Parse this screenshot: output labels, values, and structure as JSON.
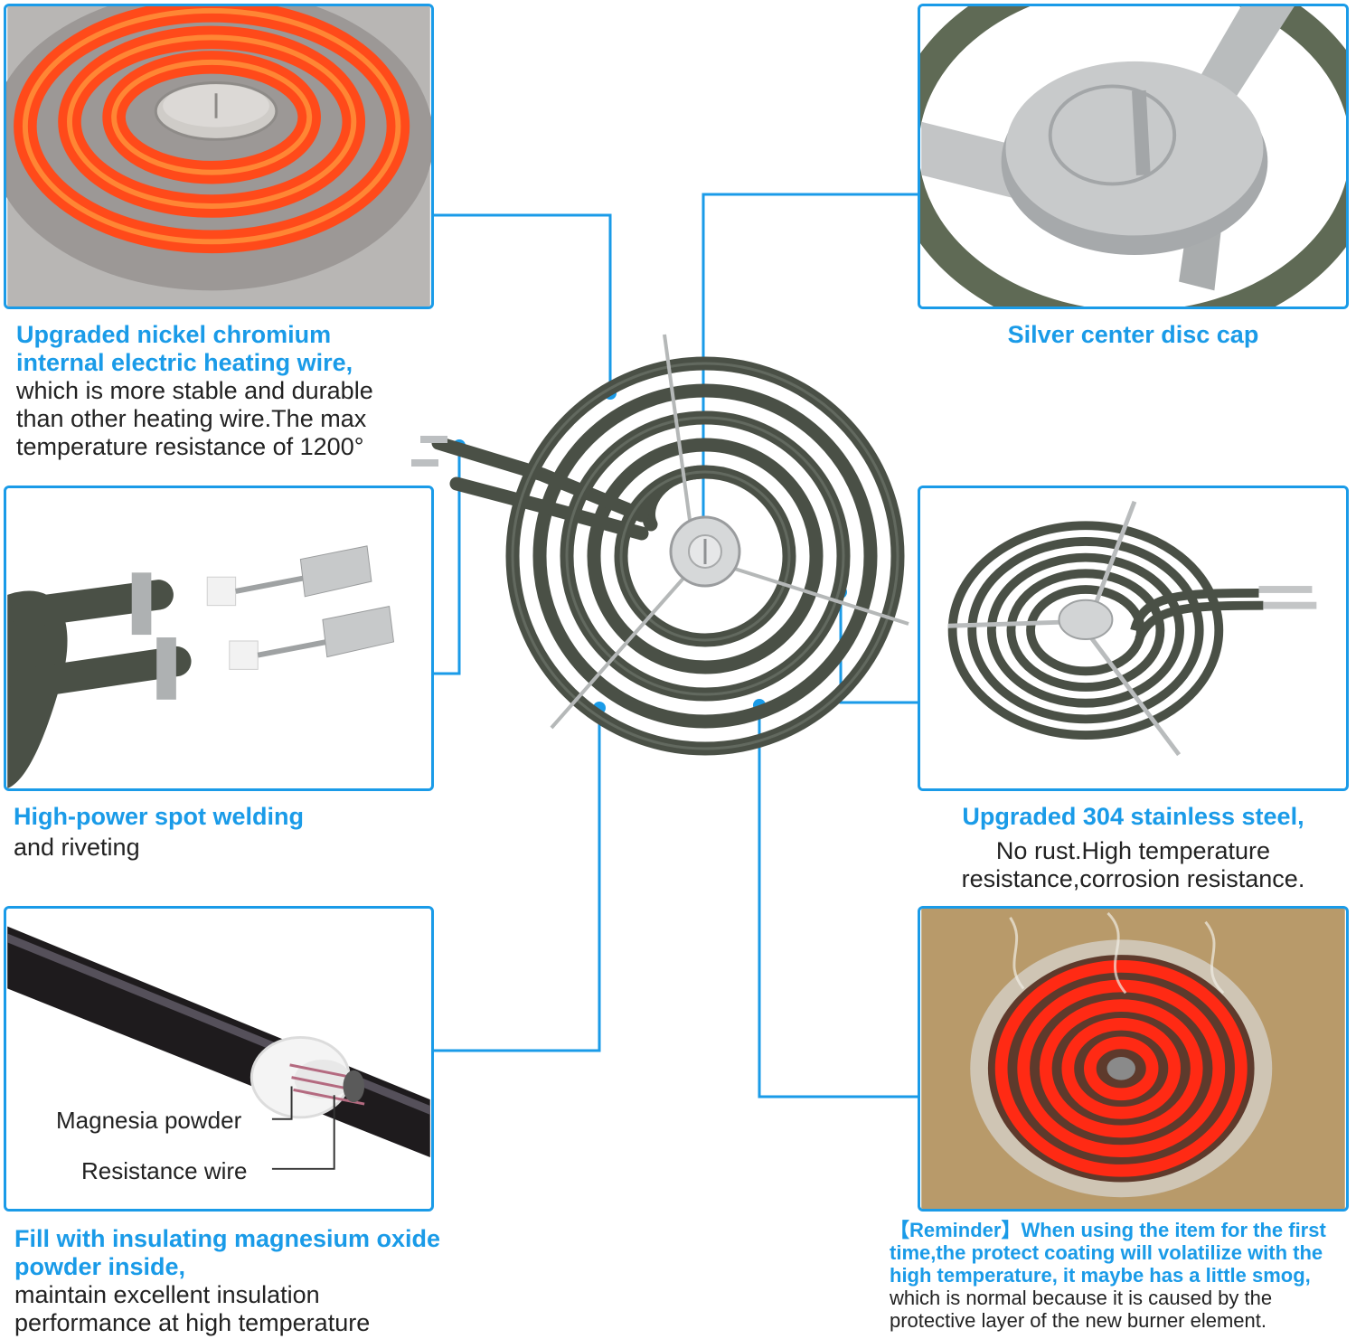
{
  "panels": {
    "heating_wire": {
      "title_lines": [
        "Upgraded nickel chromium",
        "internal electric heating wire,"
      ],
      "body_lines": [
        "which is more stable and durable",
        "than other heating wire.The max",
        "temperature resistance of 1200°"
      ]
    },
    "disc_cap": {
      "title": "Silver center disc cap"
    },
    "spot_welding": {
      "title": "High-power spot welding",
      "body": "and riveting"
    },
    "stainless": {
      "title": "Upgraded 304 stainless steel,",
      "body_lines": [
        "No rust.High temperature",
        "resistance,corrosion resistance."
      ]
    },
    "magnesium": {
      "label_powder": "Magnesia powder",
      "label_wire": "Resistance wire",
      "title_lines": [
        "Fill with insulating magnesium oxide",
        "powder inside,"
      ],
      "body_lines": [
        "maintain excellent insulation",
        "performance at high temperature"
      ]
    },
    "reminder": {
      "title_lines": [
        "【Reminder】When using the item for the first",
        "time,the protect coating will volatilize with the",
        "high temperature, it maybe has a little smog,"
      ],
      "body_lines": [
        "which is normal because it is caused by the",
        "protective layer of the new burner element."
      ]
    }
  },
  "colors": {
    "accent": "#1a9be8",
    "coil": "#4a5046",
    "glow": "#ff4a1a"
  }
}
